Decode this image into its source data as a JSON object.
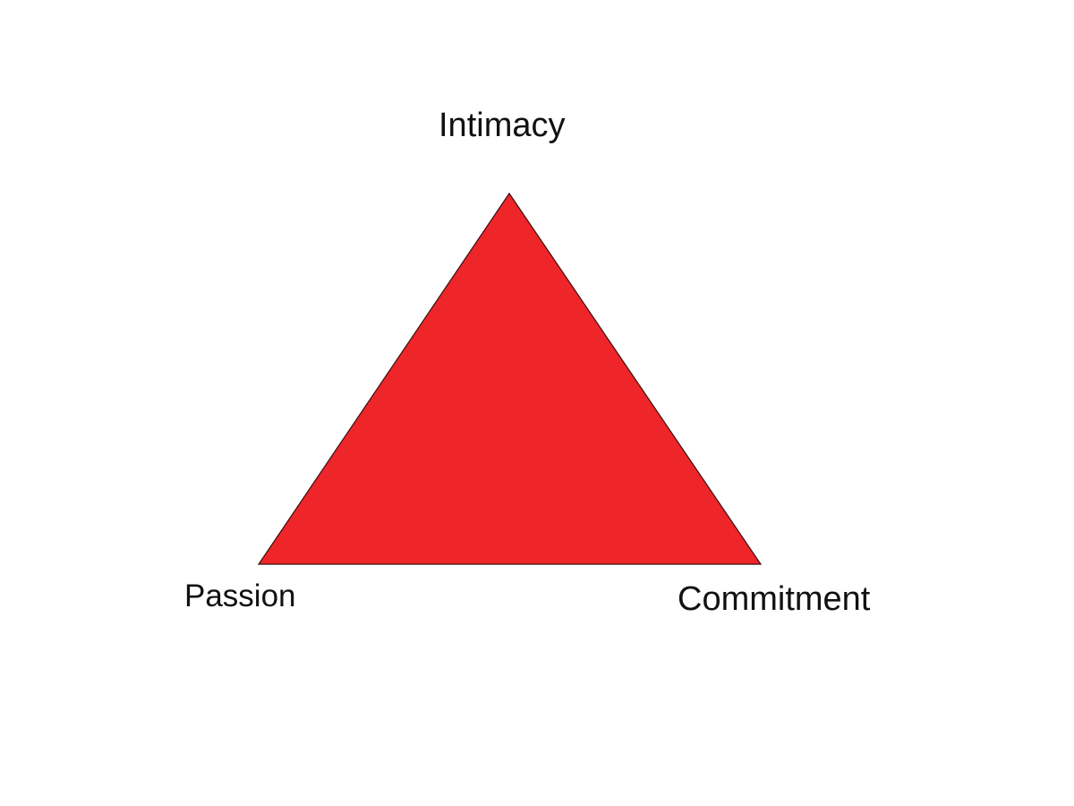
{
  "diagram": {
    "shape": "triangle",
    "fill_color": "#ee2529",
    "stroke_color": "#3a1010",
    "vertices": {
      "top": "Intimacy",
      "bottom_left": "Passion",
      "bottom_right": "Commitment"
    }
  }
}
